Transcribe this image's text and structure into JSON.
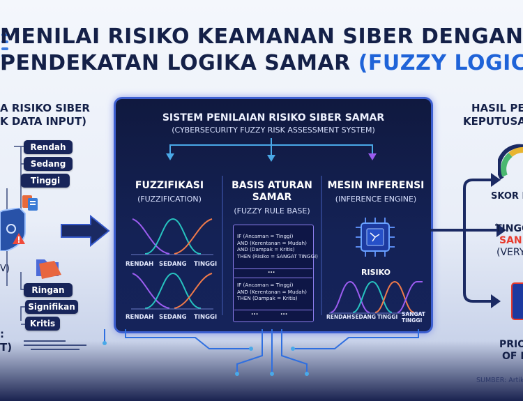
{
  "title": {
    "line1": "MENILAI RISIKO KEAMANAN SIBER DENGAN",
    "line2_prefix": "PENDEKATAN LOGIKA SAMAR ",
    "line2_accent": "(FUZZY LOGIC)"
  },
  "left": {
    "title_line1": "A RISIKO SIBER",
    "title_line2": "K DATA INPUT)",
    "threat_levels": [
      "Rendah",
      "Sedang",
      "Tinggi"
    ],
    "impact_levels": [
      "Ringan",
      "Signifikan",
      "Kritis"
    ],
    "side_text": "V)",
    "footer_line1": ":",
    "footer_line2": "T)"
  },
  "panel": {
    "title": "SISTEM PENILAIAN RISIKO SIBER SAMAR",
    "subtitle": "(CYBERSECURITY FUZZY RISK ASSESSMENT SYSTEM)",
    "fuzzification": {
      "title": "FUZZIFIKASI",
      "subtitle": "(FUZZIFICATION)",
      "labels": [
        "RENDAH",
        "SEDANG",
        "TINGGI"
      ]
    },
    "rule_base": {
      "title_line1": "BASIS ATURAN",
      "title_line2": "SAMAR",
      "subtitle": "(FUZZY RULE BASE)",
      "rule1": [
        "IF      (Ancaman = Tinggi)",
        "AND (Kerentanan = Mudah)",
        "AND (Dampak = Kritis)",
        "THEN (Risiko = SANGAT TINGGI)"
      ],
      "rule2": [
        "IF      (Ancaman = Tinggi)",
        "AND (Kerentanan = Mudah)",
        "THEN (Dampak = Kritis)"
      ],
      "ellipsis": "..."
    },
    "inference": {
      "title": "MESIN INFERENSI",
      "subtitle": "(INFERENCE ENGINE)",
      "risk_label": "RISIKO",
      "labels": [
        "RENDAH",
        "SEDANG",
        "TINGGI",
        "SANGAT",
        "TINGGI"
      ]
    }
  },
  "right": {
    "title_line1": "HASIL PE",
    "title_line2": "KEPUTUSA",
    "score": "SKOR R",
    "level_line1": "TINGG",
    "level_line2": "SAN",
    "level_line3": "(VERY",
    "priority_line1": "PRIO",
    "priority_line2": "OF M"
  },
  "source": "SUMBER: Artike",
  "colors": {
    "navy": "#142048",
    "accent": "#1f63d8",
    "panel_border": "#3d5fd0",
    "curve_purple": "#9b5cf0",
    "curve_teal": "#27c3c0",
    "curve_orange": "#f07a4a"
  }
}
